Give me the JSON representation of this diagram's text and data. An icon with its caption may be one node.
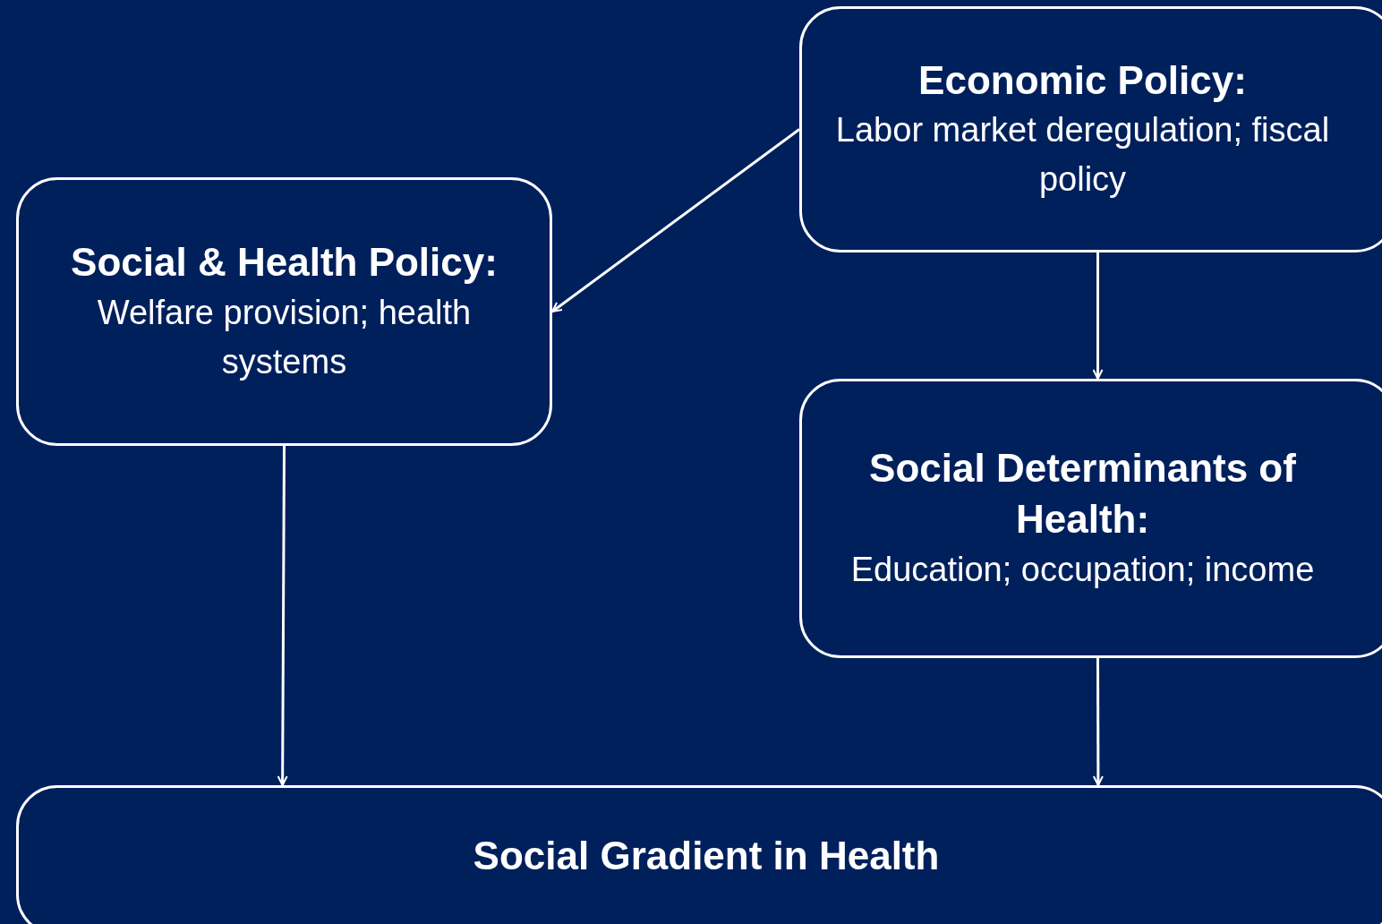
{
  "diagram": {
    "nodes": [
      {
        "text": [
          "Economic Policy:",
          "Labor market deregulation; fiscal policy"
        ]
      },
      {
        "text": [
          "Social & Health Policy:",
          "Welfare provision; health systems"
        ]
      },
      {
        "text": [
          "Social Determinants of Health:",
          "Education; occupation; income"
        ]
      },
      {
        "text": [
          "Social Gradient in Health"
        ]
      }
    ],
    "edges": [
      {
        "from": 0,
        "to": 1,
        "arrow": "to"
      },
      {
        "from": 0,
        "to": 2,
        "arrow": "to"
      },
      {
        "from": 1,
        "to": 3,
        "arrow": "to"
      },
      {
        "from": 2,
        "to": 3,
        "arrow": "to"
      }
    ]
  }
}
